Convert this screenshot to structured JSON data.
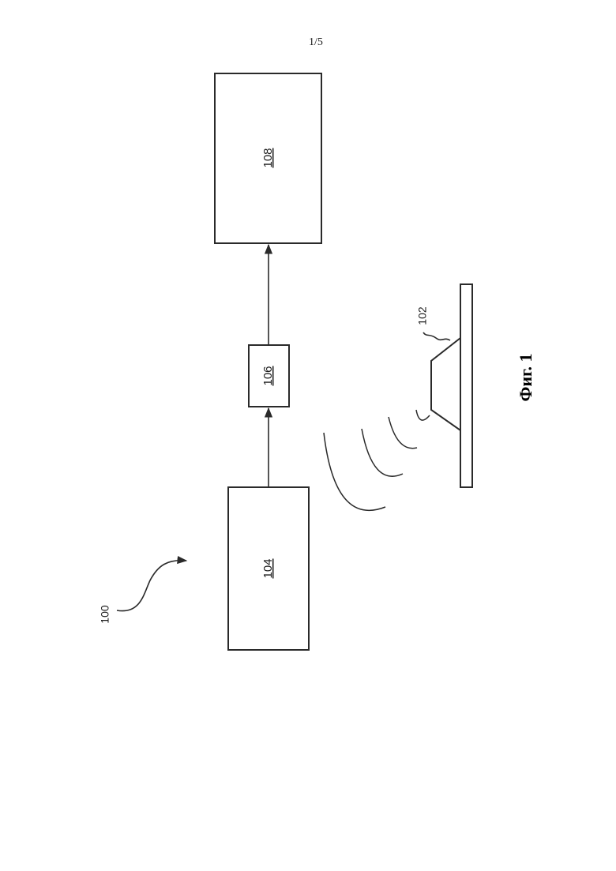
{
  "page": {
    "number": "1/5"
  },
  "diagram": {
    "system_ref": "100",
    "blocks": {
      "block_104": "104",
      "block_106": "106",
      "block_108": "108"
    },
    "speaker_ref": "102",
    "figure_caption": "Фиг. 1"
  }
}
